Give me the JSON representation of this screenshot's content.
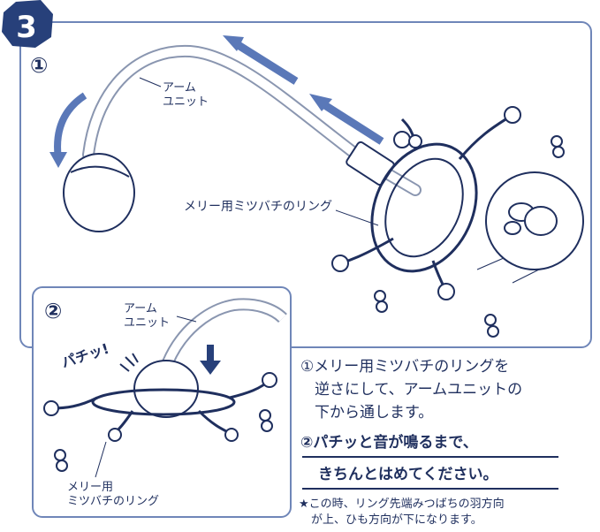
{
  "step": {
    "number": "3"
  },
  "panel1": {
    "circle_number": "①",
    "arm_unit_label": "アーム\nユニット",
    "ring_label": "メリー用ミツバチのリング"
  },
  "panel2": {
    "circle_number": "②",
    "arm_unit_label": "アーム\nユニット",
    "sound_effect": "パチッ!",
    "ring_label": "メリー用\nミツバチのリング"
  },
  "instructions": {
    "line1": "①メリー用ミツバチのリングを",
    "line2": "逆さにして、アームユニットの",
    "line3": "下から通します。",
    "line4": "②パチッと音が鳴るまで、",
    "line5": "きちんとはめてください。"
  },
  "note": {
    "line1": "★この時、リング先端みつばちの羽方向",
    "line2": "が上、ひも方向が下になります。"
  },
  "colors": {
    "navy": "#1f2f5e",
    "frame": "#6f86b8",
    "arrow": "#5a78b8",
    "badge": "#27407a"
  }
}
